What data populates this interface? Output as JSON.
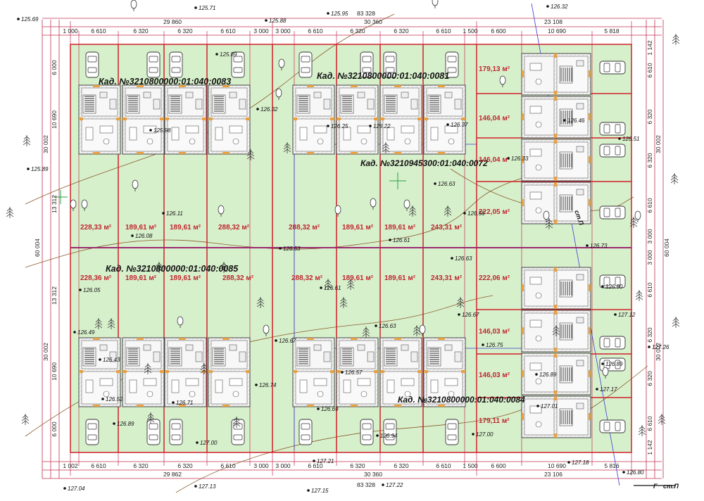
{
  "cadastral_labels": [
    "Кад. №3210800000:01:040:0083",
    "Кад. №3210800000:01:040:0081",
    "Кад. №3210945300:01:040:0072",
    "Кад. №3210800000:01:040:0085",
    "Кад. №3210800000:01:040:0084"
  ],
  "plot_areas": [
    "179,13 м²",
    "146,04 м²",
    "146,04 м²",
    "222,05 м²",
    "228,33 м²",
    "189,61 м²",
    "189,61 м²",
    "288,32 м²",
    "288,32 м²",
    "189,61 м²",
    "189,61 м²",
    "243,31 м²",
    "228,36 м²",
    "189,61 м²",
    "189,61 м²",
    "288,32 м²",
    "288,32 м²",
    "189,61 м²",
    "189,61 м²",
    "243,31 м²",
    "222,06 м²",
    "146,03 м²",
    "146,03 м²",
    "179,11 м²"
  ],
  "dimensions": {
    "top_total": [
      "29 860",
      "30 360",
      "23 108"
    ],
    "top_overall": "83 328",
    "top_segments": [
      "1 000",
      "6 610",
      "6 320",
      "6 320",
      "6 610",
      "3 000",
      "3 000",
      "6 610",
      "6 320",
      "6 320",
      "6 610",
      "1 500",
      "6 600",
      "10 690",
      "5 818"
    ],
    "bottom_segments": [
      "1 002",
      "6 610",
      "6 320",
      "6 320",
      "6 610",
      "3 000",
      "3 000",
      "6 610",
      "6 320",
      "6 320",
      "6 610",
      "1 500",
      "6 600",
      "10 690",
      "5 816"
    ],
    "bottom_total": [
      "29 862",
      "30 360",
      "23 106"
    ],
    "bottom_overall": "83 328",
    "left_segments": [
      "6 000",
      "10 690",
      "13 312",
      "13 312",
      "10 690",
      "6 000"
    ],
    "left_totals": [
      "30 002",
      "30 002"
    ],
    "left_overall": "60 004",
    "right_segments": [
      "1 142",
      "6 610",
      "6 320",
      "6 320",
      "6 610",
      "3 000",
      "3 000",
      "6 610",
      "6 320",
      "6 320",
      "6 610",
      "1 142"
    ],
    "right_totals": [
      "30 002",
      "30 002"
    ],
    "right_overall": "60 004"
  },
  "elevations": [
    "125.69",
    "125.71",
    "125.88",
    "125.95",
    "126.32",
    "125.89",
    "125.98",
    "126.32",
    "126.25",
    "126.22",
    "126.37",
    "126.46",
    "126.51",
    "126.33",
    "125.89",
    "126.63",
    "126.56",
    "126.11",
    "126.08",
    "126.53",
    "126.61",
    "126.73",
    "126.63",
    "126.05",
    "126.61",
    "126.90",
    "126.67",
    "127.12",
    "126.63",
    "126.49",
    "126.67",
    "126.75",
    "127.26",
    "126.43",
    "126.74",
    "126.57",
    "126.89",
    "127.17",
    "126.52",
    "126.71",
    "126.69",
    "127.01",
    "126.89",
    "126.89",
    "126.94",
    "127.00",
    "127.00",
    "127.21",
    "127.18",
    "126.80",
    "127.04",
    "127.13",
    "127.15",
    "127.22"
  ],
  "street_label": "ст.П",
  "street_label_2": "ст.П",
  "street_label_3": "Г",
  "colors": {
    "lawn": "#d7f0cc",
    "plot_line": "#d0202a",
    "axis_line": "#b03068",
    "building_outline": "#444444",
    "building_fill": "#f2f2f2",
    "contour": "#8a5a2a",
    "grid_line": "#3a3ad0"
  }
}
